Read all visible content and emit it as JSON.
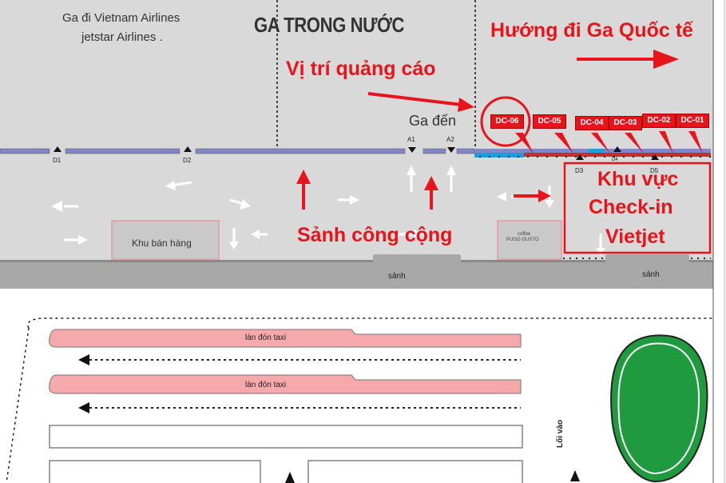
{
  "terminal": {
    "title": "GA TRONG NƯỚC",
    "departure_line1": "Ga đi Vietnam Airlines",
    "departure_line2": "jetstar Airlines .",
    "arrival_label": "Ga đến",
    "sales_area": "Khu bán hàng",
    "coffee_small": "coffee",
    "coffee_name": "PUGO GUSTO",
    "lobby_left": "sảnh",
    "lobby_right": "sảnh"
  },
  "annotations": {
    "international": "Hướng đi Ga Quốc tế",
    "ad_position": "Vị trí quảng cáo",
    "public_hall": "Sảnh công cộng",
    "checkin_line1": "Khu vực",
    "checkin_line2": "Check-in",
    "checkin_line3": "Vietjet"
  },
  "gates": [
    "D1",
    "D2",
    "A1",
    "A2",
    "D3",
    "D4",
    "D5"
  ],
  "counters": [
    "DC-06",
    "DC-05",
    "DC-04",
    "DC-03",
    "DC-02",
    "DC-01"
  ],
  "taxi": {
    "lane1": "làn đón taxi",
    "lane2": "làn đón taxi"
  },
  "entrance": "Lối vào",
  "colors": {
    "terminal_bg": "#d9d9d9",
    "highlight": "#e8141b",
    "counter_blue": "#1e9ed8",
    "taxi_lane": "#f5a9ab",
    "green_area": "#1f9a3e"
  }
}
